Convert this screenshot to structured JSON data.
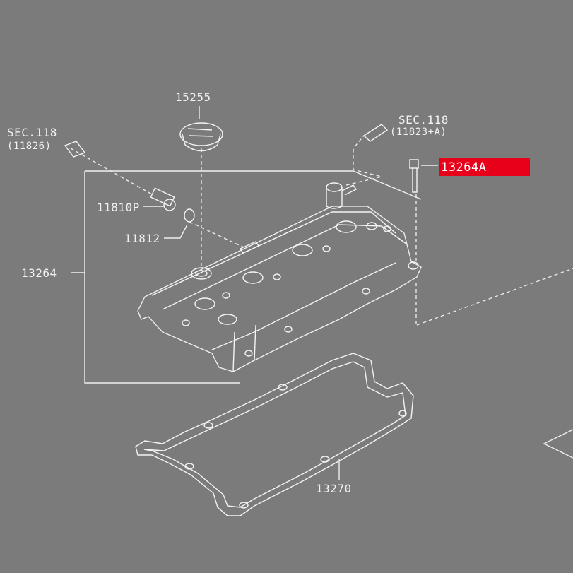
{
  "labels": {
    "oil_cap": "15255",
    "sec_left_line1": "SEC.118",
    "sec_left_line2": "(11826)",
    "sec_right_line1": "SEC.118",
    "sec_right_line2": "(11823+A)",
    "bolt": "13264A",
    "pcv_valve": "11810P",
    "oring": "11812",
    "cover": "13264",
    "gasket": "13270"
  },
  "colors": {
    "background": "#7b7b7b",
    "line": "#f0f0f0",
    "highlight": "#e8001a"
  }
}
